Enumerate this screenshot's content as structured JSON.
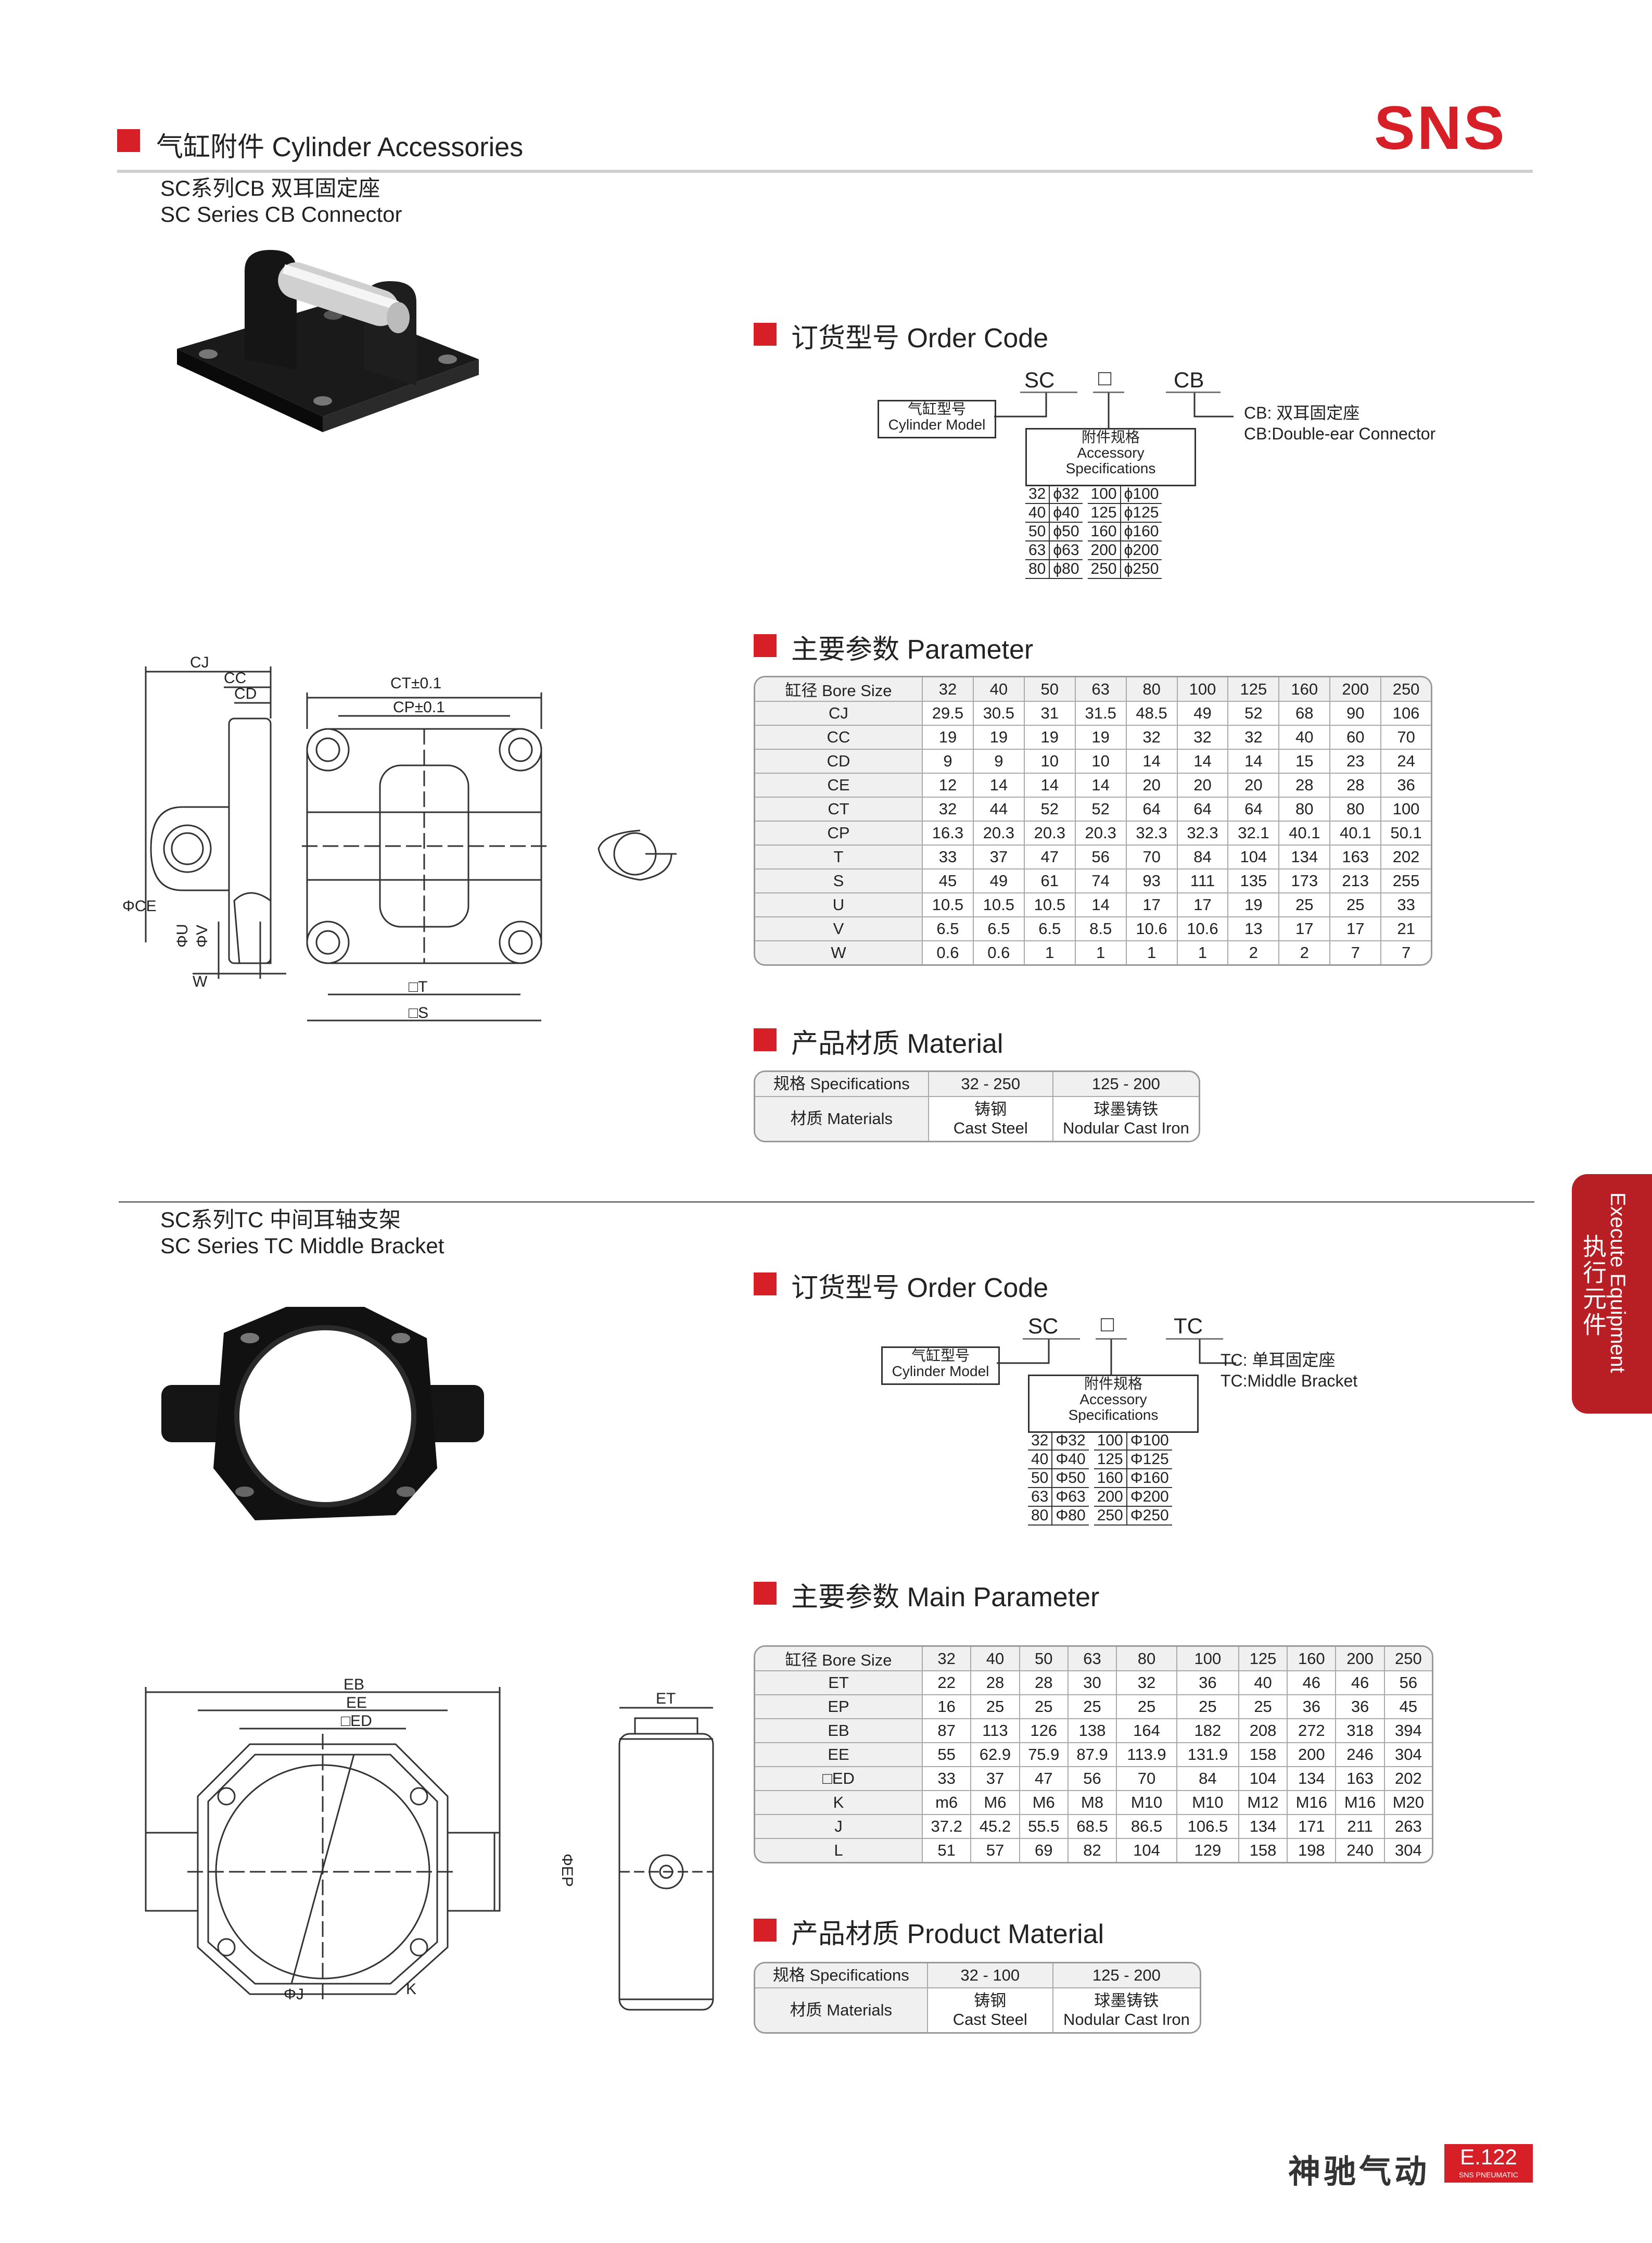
{
  "header": {
    "section_title": "气缸附件 Cylinder Accessories",
    "brand": "SNS"
  },
  "cb": {
    "title_zh": "SC系列CB 双耳固定座",
    "title_en": "SC Series CB Connector",
    "order_code": {
      "heading": "订货型号 Order Code",
      "prefix": "SC",
      "box": "□",
      "suffix": "CB",
      "model_label": [
        "气缸型号",
        "Cylinder Model"
      ],
      "spec_label": [
        "附件规格",
        "Accessory",
        "Specifications"
      ],
      "note": [
        "CB: 双耳固定座",
        "CB:Double-ear Connector"
      ],
      "sizes": [
        [
          "32",
          "ϕ32",
          "100",
          "ϕ100"
        ],
        [
          "40",
          "ϕ40",
          "125",
          "ϕ125"
        ],
        [
          "50",
          "ϕ50",
          "160",
          "ϕ160"
        ],
        [
          "63",
          "ϕ63",
          "200",
          "ϕ200"
        ],
        [
          "80",
          "ϕ80",
          "250",
          "ϕ250"
        ]
      ]
    },
    "param": {
      "heading": "主要参数 Parameter",
      "header": [
        "缸径 Bore Size",
        "32",
        "40",
        "50",
        "63",
        "80",
        "100",
        "125",
        "160",
        "200",
        "250"
      ],
      "rows": [
        [
          "CJ",
          "29.5",
          "30.5",
          "31",
          "31.5",
          "48.5",
          "49",
          "52",
          "68",
          "90",
          "106"
        ],
        [
          "CC",
          "19",
          "19",
          "19",
          "19",
          "32",
          "32",
          "32",
          "40",
          "60",
          "70"
        ],
        [
          "CD",
          "9",
          "9",
          "10",
          "10",
          "14",
          "14",
          "14",
          "15",
          "23",
          "24"
        ],
        [
          "CE",
          "12",
          "14",
          "14",
          "14",
          "20",
          "20",
          "20",
          "28",
          "28",
          "36"
        ],
        [
          "CT",
          "32",
          "44",
          "52",
          "52",
          "64",
          "64",
          "64",
          "80",
          "80",
          "100"
        ],
        [
          "CP",
          "16.3",
          "20.3",
          "20.3",
          "20.3",
          "32.3",
          "32.3",
          "32.1",
          "40.1",
          "40.1",
          "50.1"
        ],
        [
          "T",
          "33",
          "37",
          "47",
          "56",
          "70",
          "84",
          "104",
          "134",
          "163",
          "202"
        ],
        [
          "S",
          "45",
          "49",
          "61",
          "74",
          "93",
          "111",
          "135",
          "173",
          "213",
          "255"
        ],
        [
          "U",
          "10.5",
          "10.5",
          "10.5",
          "14",
          "17",
          "17",
          "19",
          "25",
          "25",
          "33"
        ],
        [
          "V",
          "6.5",
          "6.5",
          "6.5",
          "8.5",
          "10.6",
          "10.6",
          "13",
          "17",
          "17",
          "21"
        ],
        [
          "W",
          "0.6",
          "0.6",
          "1",
          "1",
          "1",
          "1",
          "2",
          "2",
          "7",
          "7"
        ]
      ]
    },
    "material": {
      "heading": "产品材质 Material",
      "spec_label": "规格 Specifications",
      "mat_label": "材质 Materials",
      "cols": [
        {
          "range": "32 - 250",
          "zh": "铸钢",
          "en": "Cast Steel"
        },
        {
          "range": "125 - 200",
          "zh": "球墨铸铁",
          "en": "Nodular Cast Iron"
        }
      ]
    },
    "drawing": {
      "CJ": "CJ",
      "CC": "CC",
      "CD": "CD",
      "CE": "ΦCE",
      "CT": "CT±0.1",
      "CP": "CP±0.1",
      "T": "□T",
      "S": "□S",
      "U": "ΦU",
      "V": "ΦV",
      "W": "W"
    }
  },
  "tc": {
    "title_zh": "SC系列TC 中间耳轴支架",
    "title_en": "SC Series TC Middle Bracket",
    "order_code": {
      "heading": "订货型号 Order Code",
      "prefix": "SC",
      "box": "□",
      "suffix": "TC",
      "model_label": [
        "气缸型号",
        "Cylinder Model"
      ],
      "spec_label": [
        "附件规格",
        "Accessory",
        "Specifications"
      ],
      "note": [
        "TC: 单耳固定座",
        "TC:Middle Bracket"
      ],
      "sizes": [
        [
          "32",
          "Φ32",
          "100",
          "Φ100"
        ],
        [
          "40",
          "Φ40",
          "125",
          "Φ125"
        ],
        [
          "50",
          "Φ50",
          "160",
          "Φ160"
        ],
        [
          "63",
          "Φ63",
          "200",
          "Φ200"
        ],
        [
          "80",
          "Φ80",
          "250",
          "Φ250"
        ]
      ]
    },
    "param": {
      "heading": "主要参数 Main Parameter",
      "header": [
        "缸径 Bore Size",
        "32",
        "40",
        "50",
        "63",
        "80",
        "100",
        "125",
        "160",
        "200",
        "250"
      ],
      "rows": [
        [
          "ET",
          "22",
          "28",
          "28",
          "30",
          "32",
          "36",
          "40",
          "46",
          "46",
          "56"
        ],
        [
          "EP",
          "16",
          "25",
          "25",
          "25",
          "25",
          "25",
          "25",
          "36",
          "36",
          "45"
        ],
        [
          "EB",
          "87",
          "113",
          "126",
          "138",
          "164",
          "182",
          "208",
          "272",
          "318",
          "394"
        ],
        [
          "EE",
          "55",
          "62.9",
          "75.9",
          "87.9",
          "113.9",
          "131.9",
          "158",
          "200",
          "246",
          "304"
        ],
        [
          "□ED",
          "33",
          "37",
          "47",
          "56",
          "70",
          "84",
          "104",
          "134",
          "163",
          "202"
        ],
        [
          "K",
          "m6",
          "M6",
          "M6",
          "M8",
          "M10",
          "M10",
          "M12",
          "M16",
          "M16",
          "M20"
        ],
        [
          "J",
          "37.2",
          "45.2",
          "55.5",
          "68.5",
          "86.5",
          "106.5",
          "134",
          "171",
          "211",
          "263"
        ],
        [
          "L",
          "51",
          "57",
          "69",
          "82",
          "104",
          "129",
          "158",
          "198",
          "240",
          "304"
        ]
      ]
    },
    "material": {
      "heading": "产品材质 Product Material",
      "spec_label": "规格 Specifications",
      "mat_label": "材质 Materials",
      "cols": [
        {
          "range": "32 - 100",
          "zh": "铸钢",
          "en": "Cast Steel"
        },
        {
          "range": "125 - 200",
          "zh": "球墨铸铁",
          "en": "Nodular Cast Iron"
        }
      ]
    },
    "drawing": {
      "EB": "EB",
      "EE": "EE",
      "ED": "□ED",
      "ET": "ET",
      "EP": "ΦEP",
      "J": "ΦJ",
      "K": "K"
    }
  },
  "side_tab": {
    "en": "Execute Equipment",
    "zh": "执行元件"
  },
  "footer": {
    "brand": "神驰气动",
    "page": "E.122",
    "page_sub": "SNS PNEUMATIC"
  }
}
